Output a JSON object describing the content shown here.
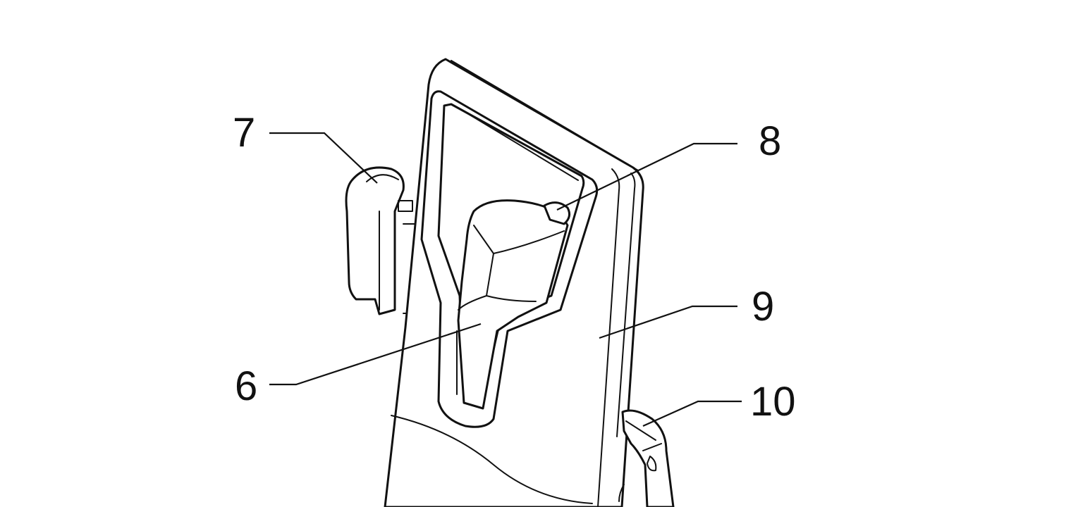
{
  "callouts": [
    {
      "id": "7",
      "label": "7"
    },
    {
      "id": "8",
      "label": "8"
    },
    {
      "id": "9",
      "label": "9"
    },
    {
      "id": "6",
      "label": "6"
    },
    {
      "id": "10",
      "label": "10"
    }
  ],
  "colors": {
    "line": "#111111",
    "fill": "#ffffff"
  }
}
